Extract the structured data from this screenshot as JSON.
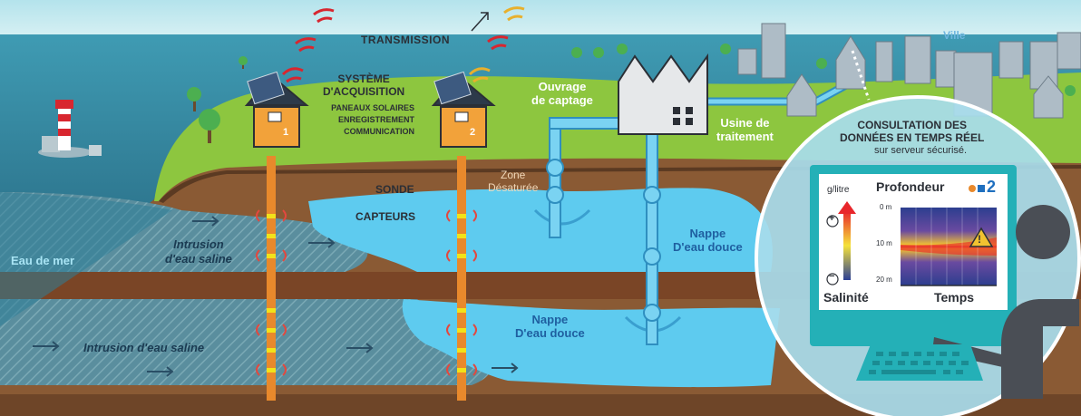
{
  "labels": {
    "transmission": "TRANSMISSION",
    "acquisition_title": "SYSTÈME\nD'ACQUISITION",
    "acquisition_items": [
      "PANEAUX SOLAIRES",
      "ENREGISTREMENT",
      "COMMUNICATION"
    ],
    "station1": "1",
    "station2": "2",
    "ouvrage": "Ouvrage\nde captage",
    "usine": "Usine de\ntraitement",
    "ville": "Ville",
    "zone": "Zone\nDésaturée",
    "sonde": "SONDE",
    "capteurs": "CAPTEURS",
    "intrusion_upper": "Intrusion\nd'eau saline",
    "intrusion_lower": "Intrusion d'eau saline",
    "nappe_upper": "Nappe\nD'eau douce",
    "nappe_lower": "Nappe\nD'eau douce",
    "eau_de_mer": "Eau de mer",
    "consult_title": "CONSULTATION DES\nDONNÉES EN TEMPS RÉEL",
    "consult_sub": "sur serveur sécurisé."
  },
  "screen": {
    "unit": "g/litre",
    "title": "Profondeur",
    "well_number": "2",
    "plus": "+",
    "minus": "−",
    "ticks": [
      "0 m",
      "10 m",
      "20 m"
    ],
    "salinity_label": "Salinité",
    "time_label": "Temps",
    "warning": "!"
  },
  "colors": {
    "sea": "#1e5f7a",
    "ground": "#8a5a34",
    "grass": "#8dc63f",
    "fresh_water": "#5ecbef",
    "probe": "#e8892c",
    "accent": "#d8262f"
  }
}
